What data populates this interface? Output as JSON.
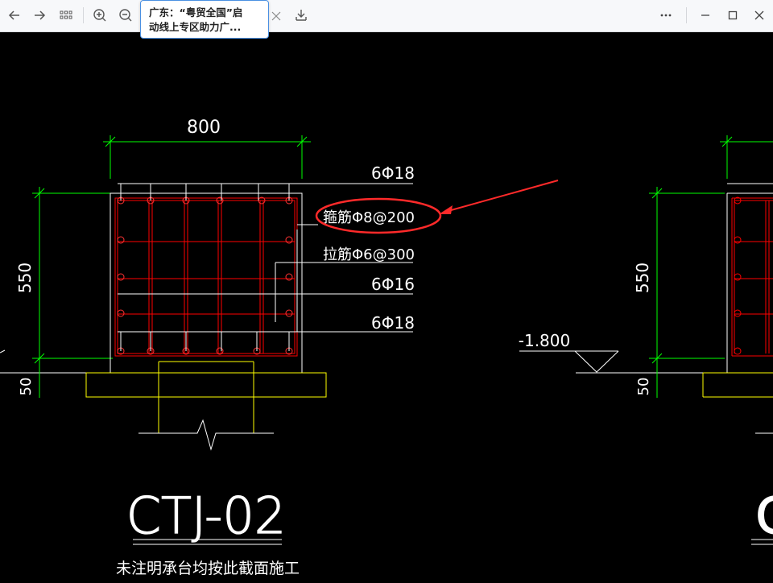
{
  "toolbar": {
    "buttons": [
      {
        "name": "back-icon",
        "label": "←"
      },
      {
        "name": "forward-icon",
        "label": "→"
      },
      {
        "name": "grid-icon",
        "label": "grid"
      },
      {
        "name": "zoom-in-icon",
        "label": "zoom in"
      },
      {
        "name": "zoom-out-icon",
        "label": "zoom out"
      },
      {
        "name": "download-icon",
        "label": "download"
      },
      {
        "name": "more-icon",
        "label": "⋯"
      },
      {
        "name": "minimize-icon",
        "label": "—"
      },
      {
        "name": "maximize-icon",
        "label": "□"
      },
      {
        "name": "close-icon",
        "label": "✕"
      }
    ],
    "tooltip": {
      "line1": "广东：“粤贸全国”启",
      "line2": "动线上专区助力广..."
    }
  },
  "drawing": {
    "dim_width": "800",
    "dim_height_left": "550",
    "dim_base_left": "50",
    "dim_height_right": "550",
    "dim_base_right": "50",
    "rebar_top": "6Φ18",
    "stirrup": "箍筋Φ8@200",
    "tie": "拉筋Φ6@300",
    "rebar_mid": "6Φ16",
    "rebar_bottom": "6Φ18",
    "elevation": "-1.800",
    "title": "CTJ-02",
    "title_right_partial": "C",
    "note": "未注明承台均按此截面施工"
  },
  "colors": {
    "background": "#000000",
    "dimension": "#00ff00",
    "rebar": "#ff0000",
    "outline": "#ffffff",
    "foundation": "#ffff00",
    "annotation": "#ff2a2a"
  }
}
